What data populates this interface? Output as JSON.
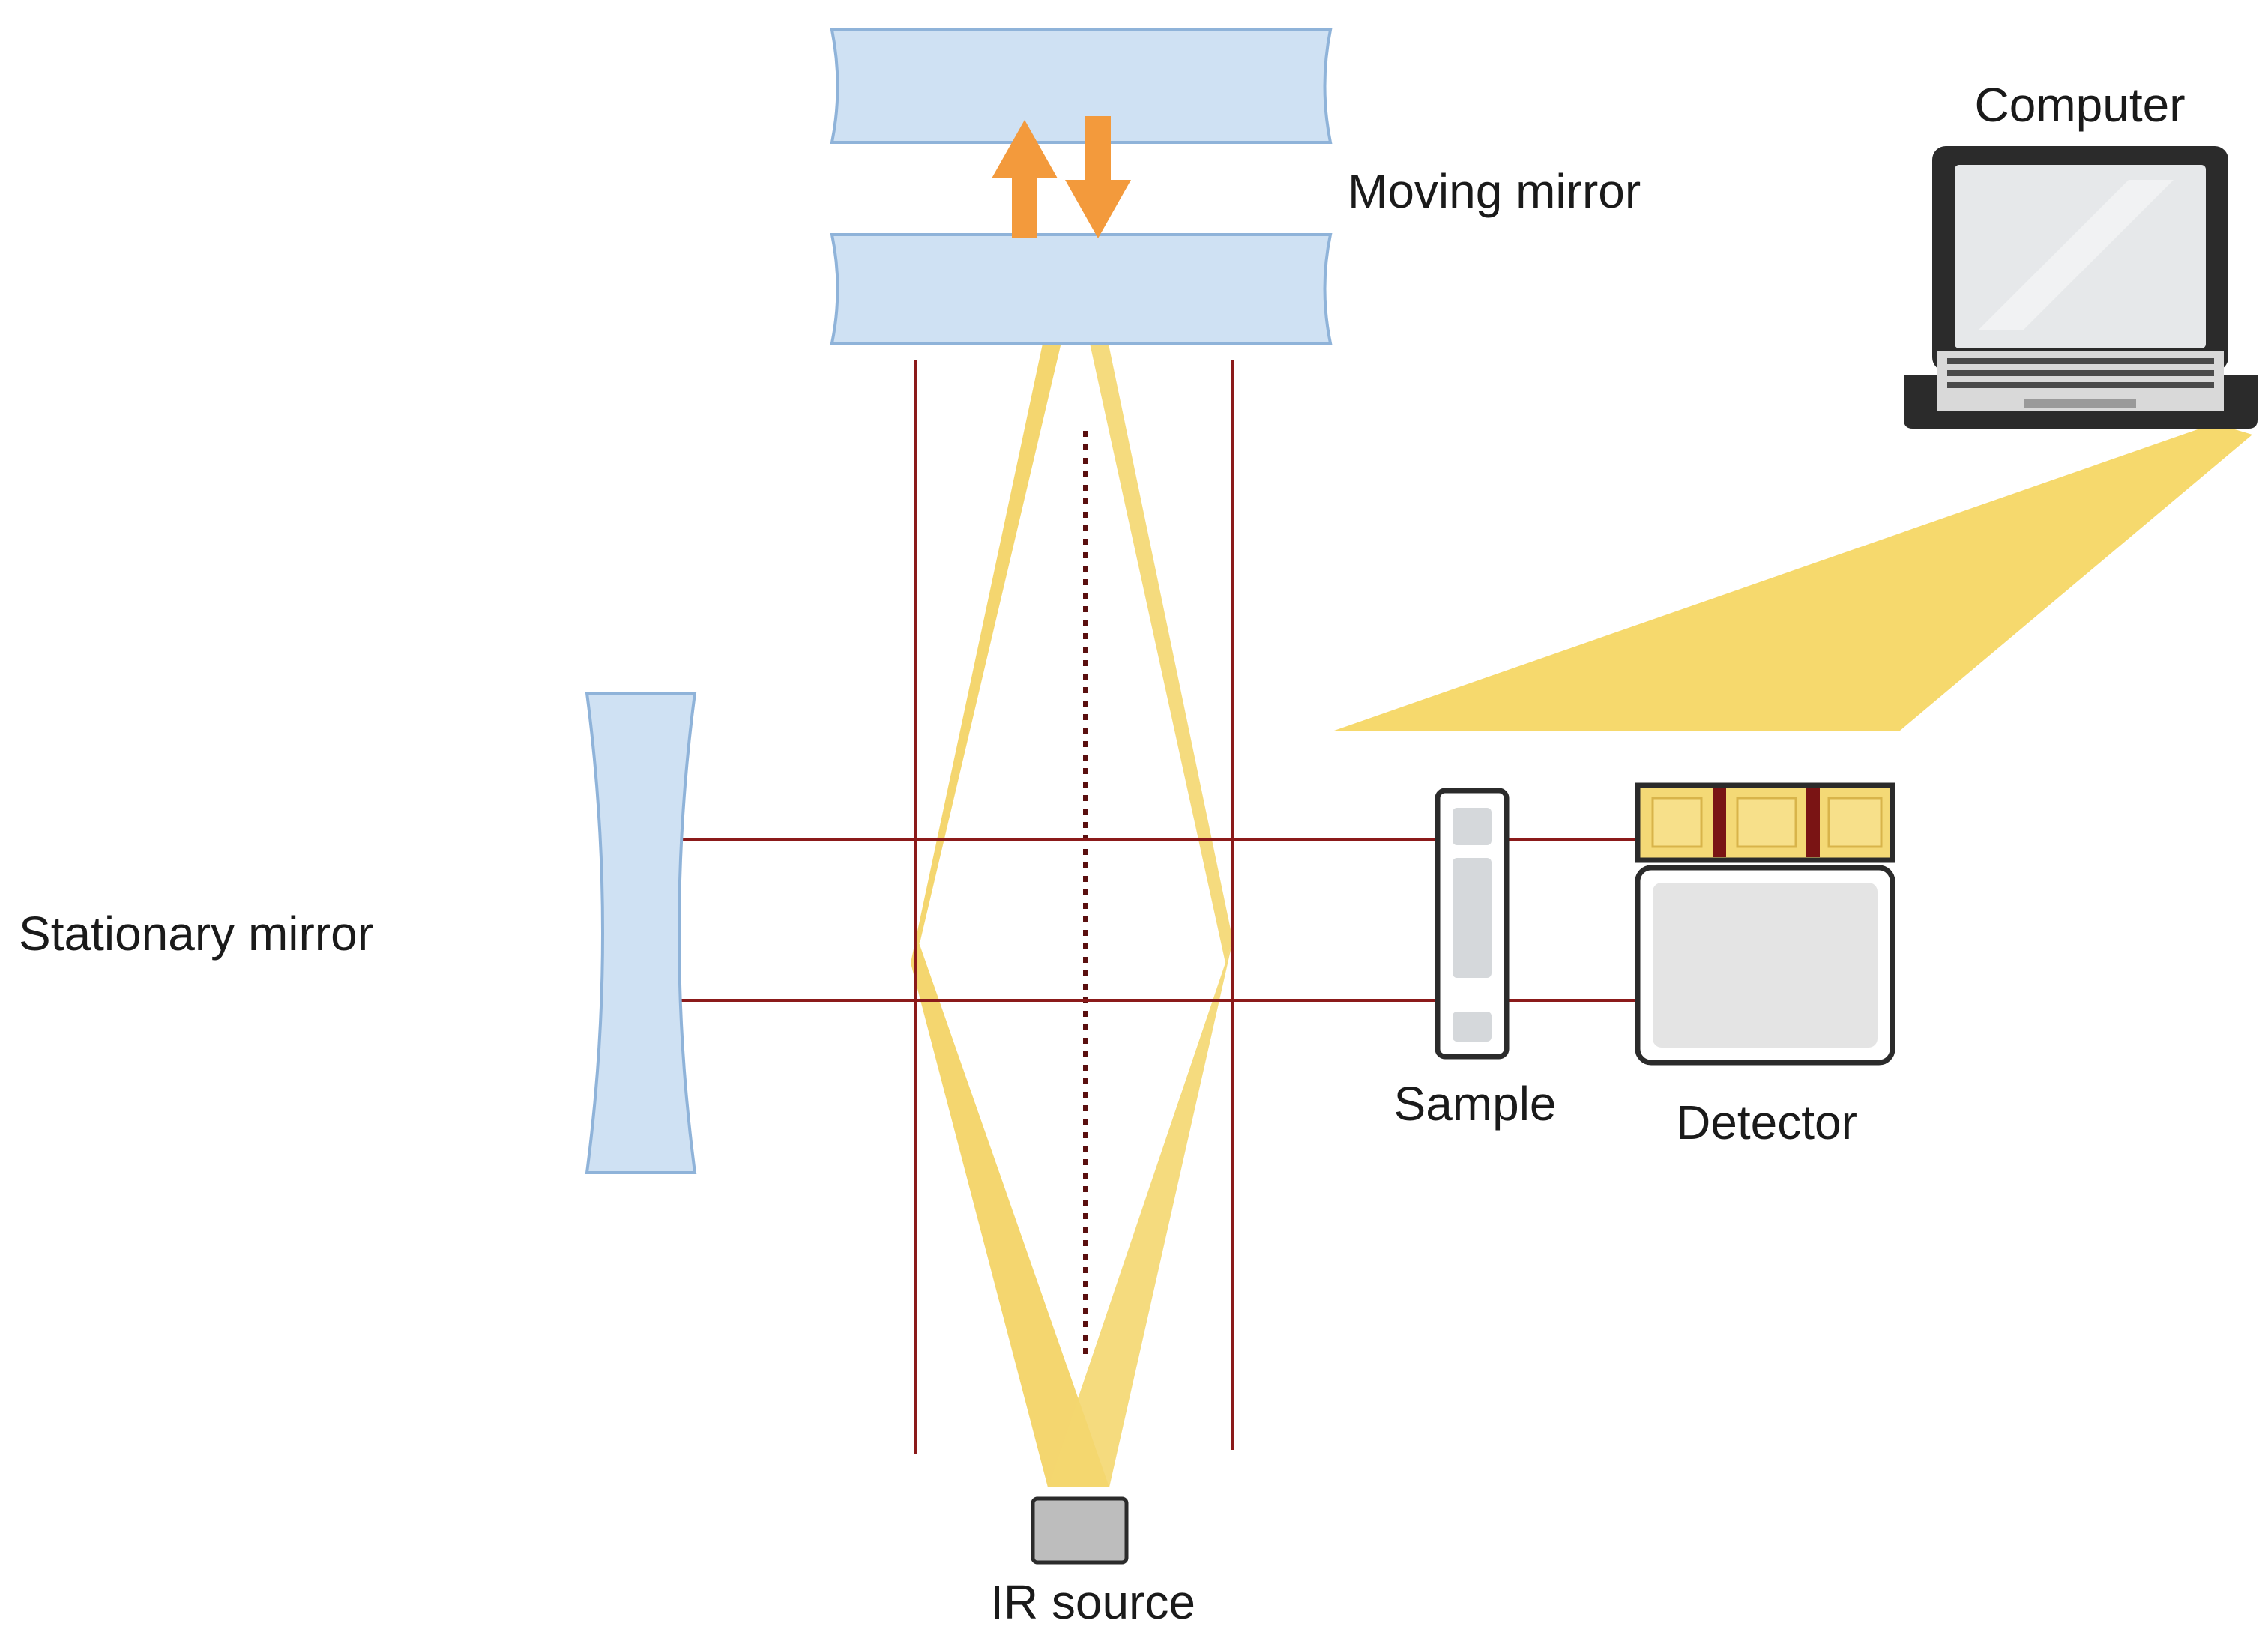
{
  "labels": {
    "moving_mirror": "Moving mirror",
    "stationary_mirror": "Stationary mirror",
    "computer": "Computer",
    "sample": "Sample",
    "detector": "Detector",
    "ir_source": "IR source"
  },
  "icons": {
    "moving_arrows": "up-down-arrows-icon",
    "computer": "laptop-icon"
  },
  "colors": {
    "mirror_fill": "#cfe1f3",
    "mirror_stroke": "#8fb3d9",
    "beam_yellow": "#f2cf55",
    "signal_yellow": "#f5d765",
    "beam_line": "#8b1a1a",
    "arrow_orange": "#f39a3c",
    "device_gray": "#e4e4e4",
    "device_stroke": "#2b2b2b",
    "chip_yellow": "#f4d976"
  }
}
